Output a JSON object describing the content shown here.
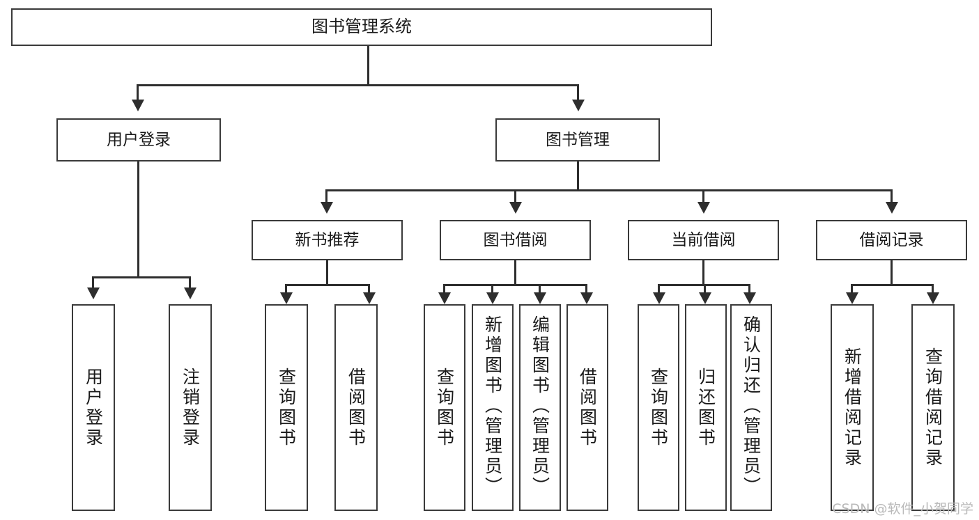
{
  "diagram": {
    "title": "图书管理系统",
    "root": {
      "label": "图书管理系统"
    },
    "level2": [
      {
        "label": "用户登录"
      },
      {
        "label": "图书管理"
      }
    ],
    "level3": [
      {
        "label": "新书推荐"
      },
      {
        "label": "图书借阅"
      },
      {
        "label": "当前借阅"
      },
      {
        "label": "借阅记录"
      }
    ],
    "leaves": {
      "user_login": [
        {
          "label": "用户登录"
        },
        {
          "label": "注销登录"
        }
      ],
      "new_book_recommend": [
        {
          "label": "查询图书"
        },
        {
          "label": "借阅图书"
        }
      ],
      "book_borrow": [
        {
          "label": "查询图书"
        },
        {
          "label": "新增图书（管理员）"
        },
        {
          "label": "编辑图书（管理员）"
        },
        {
          "label": "借阅图书"
        }
      ],
      "current_borrow": [
        {
          "label": "查询图书"
        },
        {
          "label": "归还图书"
        },
        {
          "label": "确认归还（管理员）"
        }
      ],
      "borrow_record": [
        {
          "label": "新增借阅记录"
        },
        {
          "label": "查询借阅记录"
        }
      ]
    }
  },
  "watermark": {
    "text": "CSDN @软件_小贺同学"
  },
  "colors": {
    "box_border": "#3a3a3a",
    "line": "#2e2e2e",
    "text": "#1a1a1a",
    "background": "#ffffff",
    "watermark": "#b9b9b9"
  }
}
